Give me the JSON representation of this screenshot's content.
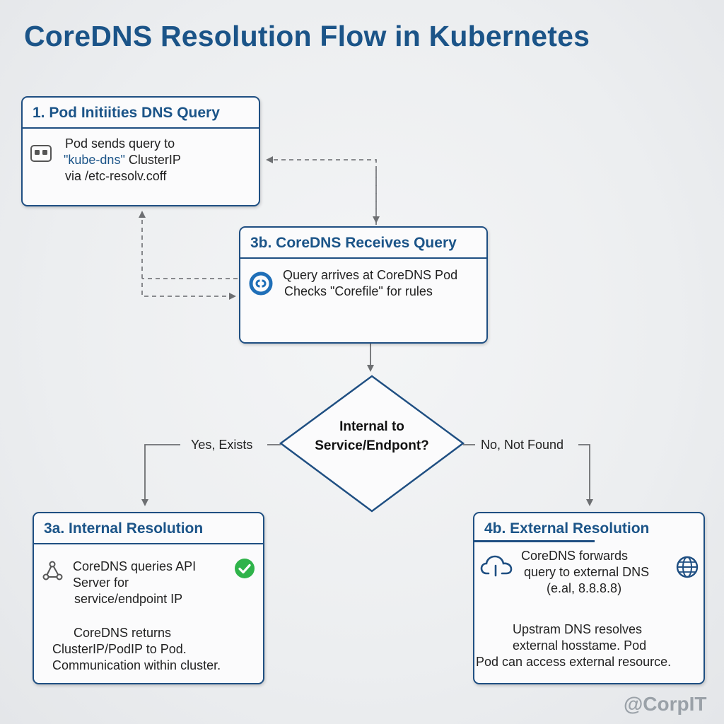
{
  "title": "CoreDNS Resolution Flow in Kubernetes",
  "step1": {
    "heading": "1. Pod Initiities DNS Query",
    "line1": "Pod sends query to",
    "line2_highlight": "\"kube-dns\"",
    "line2_rest": " ClusterIP",
    "line3": "via /etc-resolv.coff",
    "icon": "pod-icon"
  },
  "step3b": {
    "heading": "3b. CoreDNS Receives Query",
    "line1": "Query arrives at CoreDNS Pod",
    "line2": "Checks \"Corefile\" for rules",
    "icon": "coredns-icon"
  },
  "decision": {
    "line1": "Internal to",
    "line2": "Service/Endpont?",
    "yes_label": "Yes, Exists",
    "no_label": "No, Not Found"
  },
  "step3a": {
    "heading": "3a. Internal Resolution",
    "line1": "CoreDNS queries API",
    "line2": "Server for",
    "line3": "service/endpoint IP",
    "line4": "CoreDNS returns",
    "line5": "ClusterIP/PodIP to Pod.",
    "line6": "Communication within cluster.",
    "icons": [
      "network-nodes-icon",
      "check-circle-icon"
    ]
  },
  "step4b": {
    "heading": "4b. External Resolution",
    "line1": "CoreDNS forwards",
    "line2": "query to external DNS",
    "line3": "(e.al, 8.8.8.8)",
    "line4": "Upstram DNS resolves",
    "line5": "external hosstame. Pod",
    "line6": "Pod can access external resource.",
    "icons": [
      "cloud-icon",
      "globe-icon"
    ]
  },
  "watermark": "@CorpIT",
  "colors": {
    "title": "#1b5488",
    "border": "#1f4f82",
    "check": "#2fb34a",
    "arrow": "#6d6f72"
  }
}
